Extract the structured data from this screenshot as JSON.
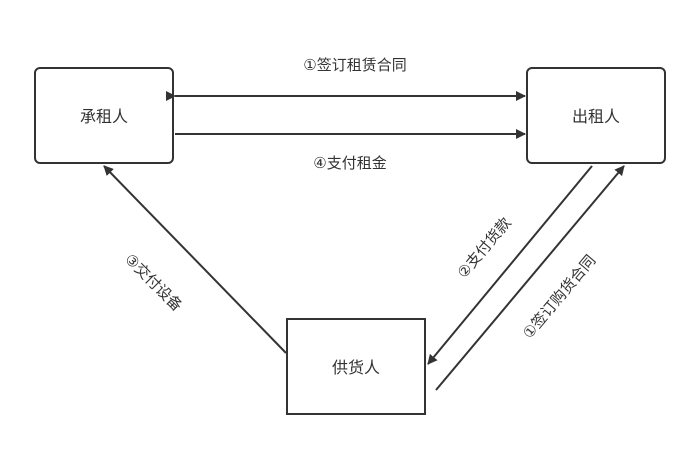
{
  "nodes": {
    "lessee": "承租人",
    "lessor": "出租人",
    "supplier": "供货人"
  },
  "edges": {
    "sign_lease": "①签订租赁合同",
    "pay_rent": "④支付租金",
    "deliver_equipment": "③交付设备",
    "pay_goods": "②支付货款",
    "sign_purchase": "①签订购货合同"
  },
  "colors": {
    "stroke": "#333333",
    "fill": "#ffffff",
    "text": "#333333"
  }
}
